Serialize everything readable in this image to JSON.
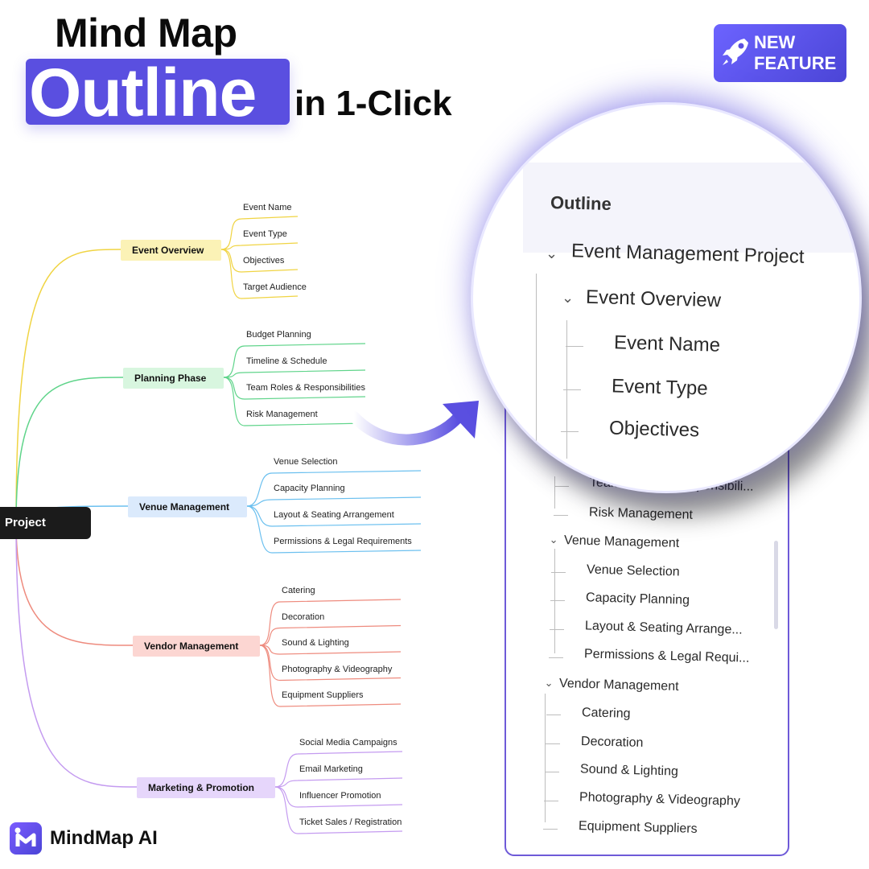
{
  "header": {
    "title_top": "Mind Map",
    "title_badge": "Outline",
    "title_sub": "in 1-Click",
    "new_feature_line1": "NEW",
    "new_feature_line2": "FEATURE"
  },
  "mindmap": {
    "root": "Project",
    "branches": [
      {
        "label": "Event Overview",
        "color": "#fbf2b6",
        "line": "#f0d443",
        "leaves": [
          "Event Name",
          "Event Type",
          "Objectives",
          "Target Audience"
        ]
      },
      {
        "label": "Planning Phase",
        "color": "#d8f6df",
        "line": "#5fd48a",
        "leaves": [
          "Budget Planning",
          "Timeline & Schedule",
          "Team Roles & Responsibilities",
          "Risk Management"
        ]
      },
      {
        "label": "Venue Management",
        "color": "#dbeafc",
        "line": "#6cc0ef",
        "leaves": [
          "Venue Selection",
          "Capacity Planning",
          "Layout & Seating Arrangement",
          "Permissions & Legal Requirements"
        ]
      },
      {
        "label": "Vendor Management",
        "color": "#fcd6d2",
        "line": "#ee8b7e",
        "leaves": [
          "Catering",
          "Decoration",
          "Sound & Lighting",
          "Photography & Videography",
          "Equipment Suppliers"
        ]
      },
      {
        "label": "Marketing & Promotion",
        "color": "#e6d6fb",
        "line": "#c49bf0",
        "leaves": [
          "Social Media Campaigns",
          "Email Marketing",
          "Influencer Promotion",
          "Ticket Sales / Registration"
        ]
      }
    ]
  },
  "outline": {
    "heading": "Outline",
    "root": "Event Management Project",
    "lens_items": [
      "Event Overview",
      "Event Name",
      "Event Type",
      "Objectives"
    ],
    "panel_items": [
      {
        "text": "Team Roles & Responsibili...",
        "level": 2
      },
      {
        "text": "Risk Management",
        "level": 2
      },
      {
        "text": "Venue Management",
        "level": 1
      },
      {
        "text": "Venue Selection",
        "level": 2
      },
      {
        "text": "Capacity Planning",
        "level": 2
      },
      {
        "text": "Layout & Seating Arrange...",
        "level": 2
      },
      {
        "text": "Permissions & Legal Requi...",
        "level": 2
      },
      {
        "text": "Vendor Management",
        "level": 1
      },
      {
        "text": "Catering",
        "level": 2
      },
      {
        "text": "Decoration",
        "level": 2
      },
      {
        "text": "Sound & Lighting",
        "level": 2
      },
      {
        "text": "Photography & Videography",
        "level": 2
      },
      {
        "text": "Equipment Suppliers",
        "level": 2
      }
    ]
  },
  "brand": {
    "name": "MindMap AI",
    "accent": "#5a4fe0"
  }
}
